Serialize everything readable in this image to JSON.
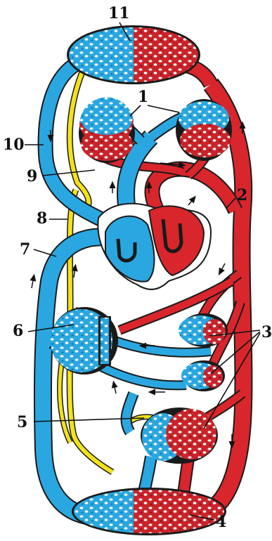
{
  "colors": {
    "venous": "#2aa7e1",
    "arterial": "#d8262c",
    "lymph": "#f2e21a",
    "outline": "#1a1a1a",
    "capillary_dark": "#8a1a1c",
    "capillary_light": "#ffffff"
  },
  "labels": {
    "l1": "1",
    "l2": "2",
    "l3": "3",
    "l4": "4",
    "l5": "5",
    "l6": "6",
    "l7": "7",
    "l8": "8",
    "l9": "9",
    "l10": "10",
    "l11": "11"
  }
}
